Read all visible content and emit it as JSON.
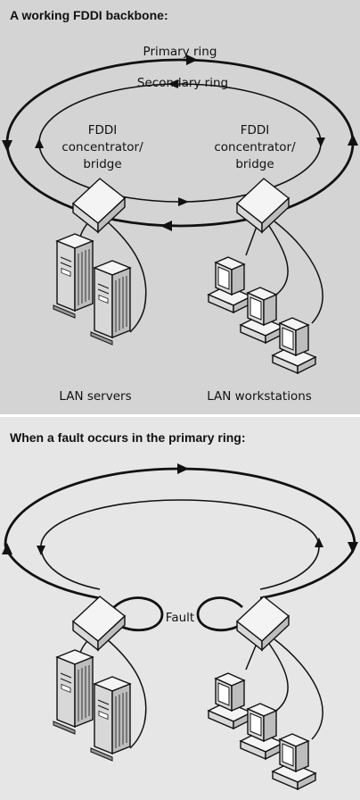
{
  "top_panel": {
    "heading": "A working FDDI backbone:",
    "primary_ring_label": "Primary ring",
    "secondary_ring_label": "Secondary ring",
    "concentrator_left": [
      "FDDI",
      "concentrator/",
      "bridge"
    ],
    "concentrator_right": [
      "FDDI",
      "concentrator/",
      "bridge"
    ],
    "servers_label": "LAN servers",
    "workstations_label": "LAN workstations"
  },
  "bottom_panel": {
    "heading": "When a fault occurs in the primary ring:",
    "fault_label": "Fault"
  },
  "colors": {
    "top_background": "#d4d4d4",
    "bottom_background": "#e6e6e6",
    "ink": "#111111"
  }
}
